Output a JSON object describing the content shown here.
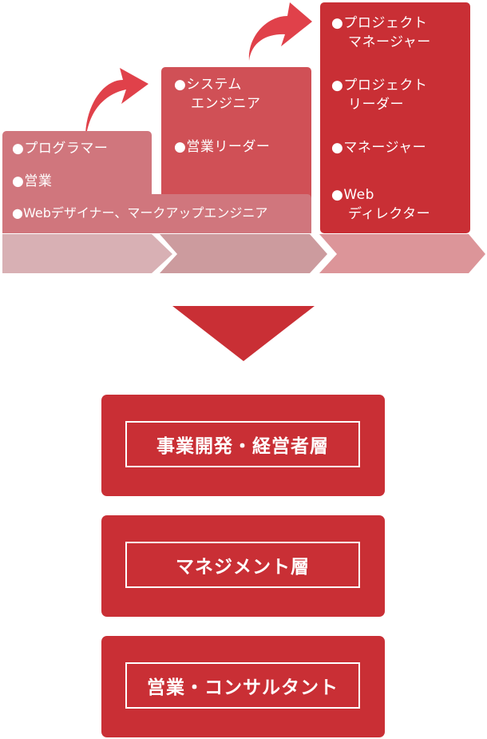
{
  "steps": [
    {
      "items": [
        "●プログラマー",
        "●営業"
      ]
    },
    {
      "items": [
        "●システム",
        "エンジニア",
        "●営業リーダー"
      ]
    },
    {
      "items": [
        "●プロジェクト",
        "マネージャー",
        "●プロジェクト",
        "リーダー",
        "●マネージャー",
        "●Web",
        "ディレクター"
      ]
    }
  ],
  "shared_item": "●Webデザイナー、マークアップエンジニア",
  "outcomes": [
    "事業開発・経営者層",
    "マネジメント層",
    "営業・コンサルタント"
  ],
  "colors": {
    "step1": "#d0767d",
    "step2": "#d05056",
    "step3": "#c92f35",
    "arrow": "#e0414a"
  }
}
